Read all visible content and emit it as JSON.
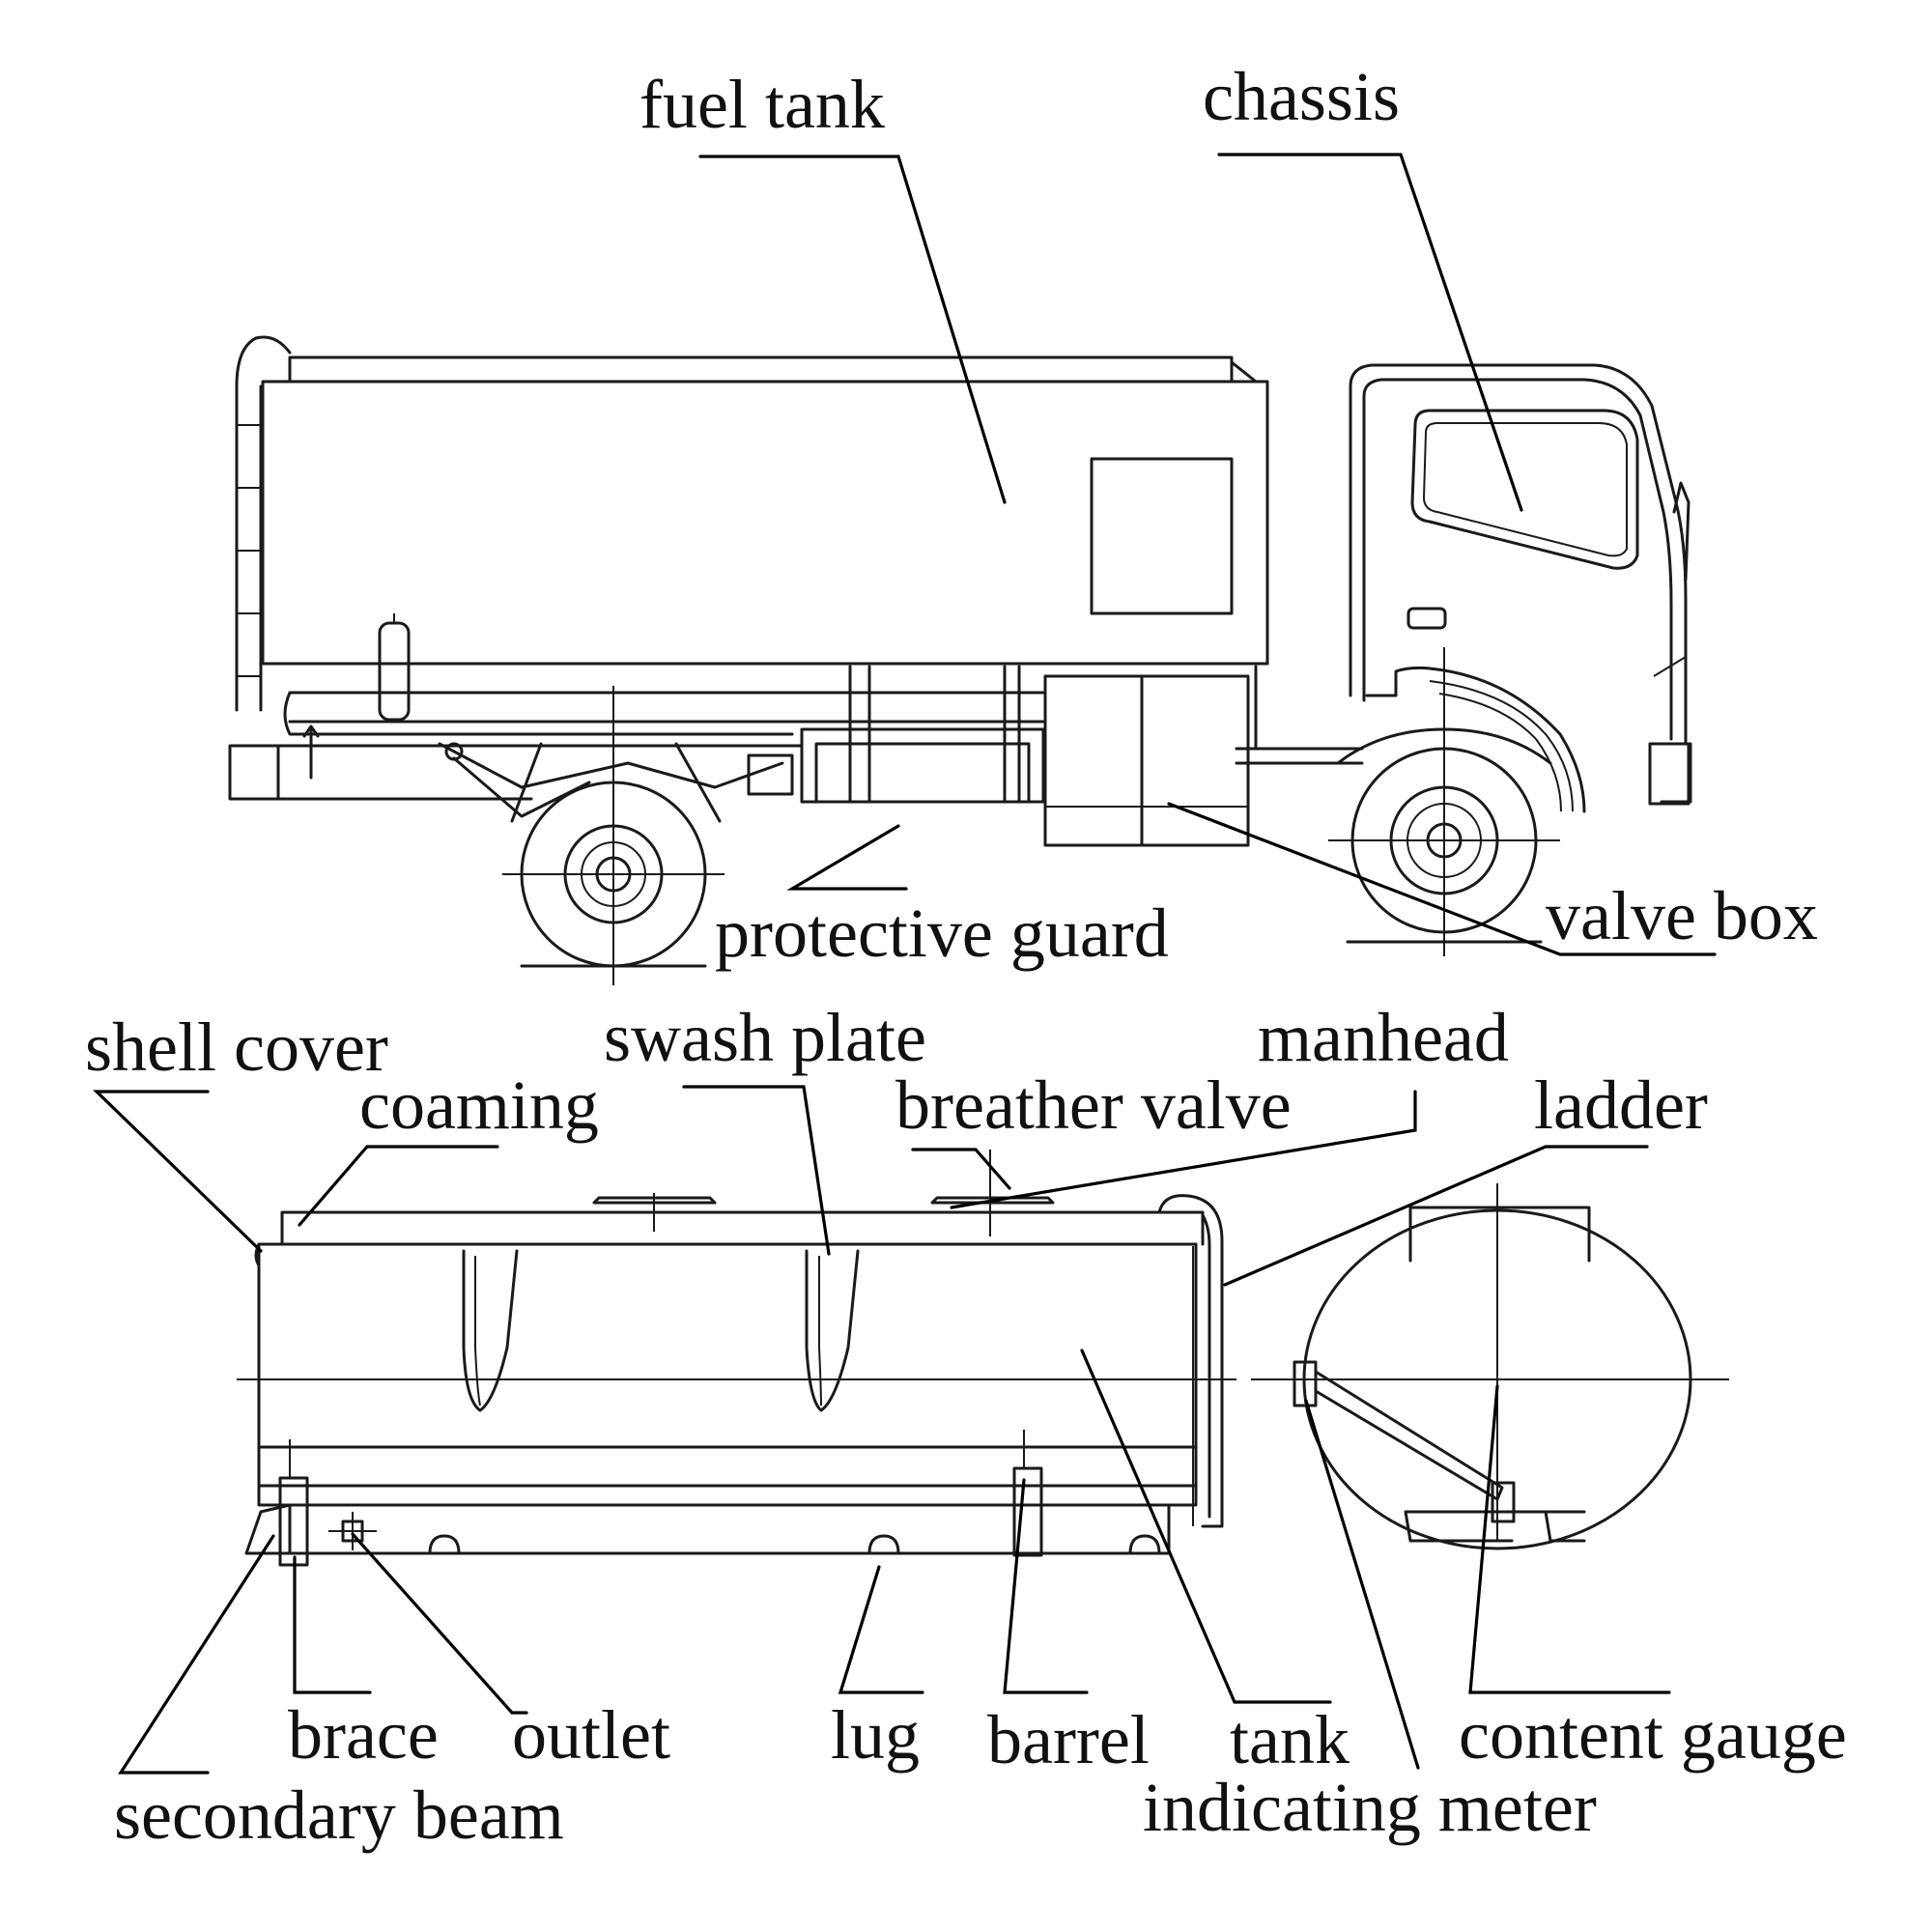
{
  "colors": {
    "ink": "#1a1a1a",
    "background": "#ffffff"
  },
  "labels": {
    "fuel_tank": "fuel tank",
    "chassis": "chassis",
    "protective_guard": "protective guard",
    "valve_box": "valve box",
    "shell_cover": "shell cover",
    "coaming": "coaming",
    "swash_plate": "swash plate",
    "manhead": "manhead",
    "breather_valve": "breather valve",
    "ladder": "ladder",
    "brace": "brace",
    "outlet": "outlet",
    "lug": "lug",
    "barrel": "barrel",
    "tank": "tank",
    "content_gauge": "content gauge",
    "indicating_meter": "indicating meter",
    "secondary_beam": "secondary beam"
  }
}
